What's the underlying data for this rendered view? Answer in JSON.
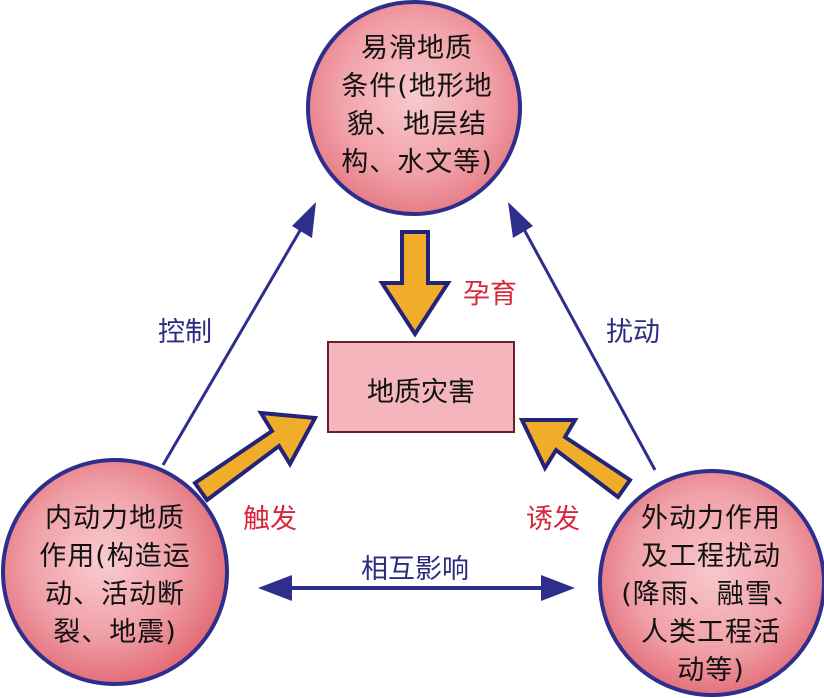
{
  "nodes": {
    "top": "易滑地质\n条件(地形地\n貌、地层结\n构、水文等)",
    "left": "内动力地质\n作用(构造运\n动、活动断\n裂、地震)",
    "right": "外动力作用\n及工程扰动\n(降雨、融雪、\n人类工程活\n动等)",
    "center": "地质灾害"
  },
  "labels": {
    "control": "控制",
    "disturb": "扰动",
    "breed": "孕育",
    "trigger_left": "触发",
    "trigger_right": "诱发",
    "interact": "相互影响"
  },
  "colors": {
    "blue_arrow": "#2e2e8c",
    "orange_arrow": "#f0ad2a",
    "red_label": "#d8263a",
    "circle_fill": "#f2a3aa",
    "box_fill": "#f5b5bc"
  }
}
